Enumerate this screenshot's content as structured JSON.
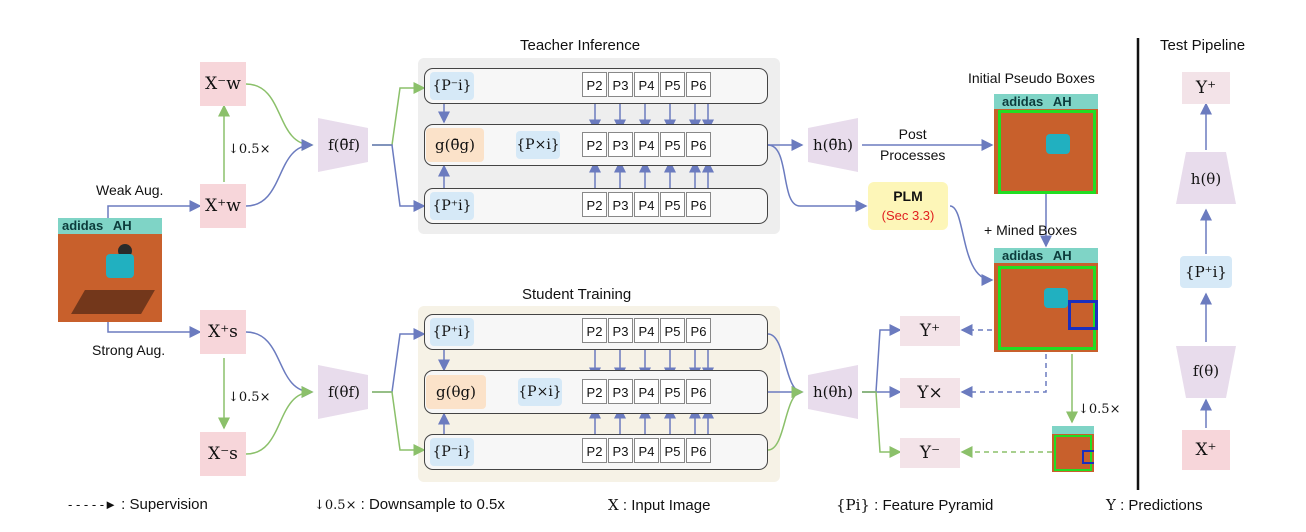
{
  "teacher_title": "Teacher Inference",
  "student_title": "Student Training",
  "test_title": "Test Pipeline",
  "weak_aug": "Weak Aug.",
  "strong_aug": "Strong Aug.",
  "down_label": "↓0.5×",
  "post_processes": [
    "Post",
    "Processes"
  ],
  "plm": {
    "title": "PLM",
    "ref": "(Sec 3.3)"
  },
  "initial_pseudo": "Initial Pseudo Boxes",
  "mined_boxes": "+ Mined Boxes",
  "image_brand": "adidas",
  "image_brand2": "AH",
  "nodes": {
    "xw_minus": "X⁻w",
    "xw_plus": "X⁺w",
    "xs_plus": "X⁺s",
    "xs_minus": "X⁻s",
    "f_teacher": "f(θ̄f)",
    "f_student": "f(θf)",
    "g_teacher": "g(θ̄g)",
    "g_student": "g(θg)",
    "h_teacher": "h(θ̄h)",
    "h_student": "h(θh)",
    "p_minus": "{P⁻i}",
    "p_plus": "{P⁺i}",
    "p_cross": "{P×i}",
    "y_plus": "Y⁺",
    "y_cross": "Y×",
    "y_minus": "Y⁻",
    "test_y": "Y⁺",
    "test_h": "h(θ)",
    "test_p": "{P⁺i}",
    "test_f": "f(θ)",
    "test_x": "X⁺"
  },
  "pyramid_levels": [
    "P2",
    "P3",
    "P4",
    "P5",
    "P6"
  ],
  "legend": [
    {
      "symbol": "- - - - -►",
      "text": ": Supervision"
    },
    {
      "symbol": "↓0.5×",
      "text": ": Downsample to 0.5x"
    },
    {
      "symbol": "X",
      "text": ": Input Image"
    },
    {
      "symbol": "{Pi}",
      "text": ": Feature Pyramid"
    },
    {
      "symbol": "Y",
      "text": ": Predictions"
    }
  ],
  "colors": {
    "pink": "#f7d6da",
    "blue": "#d6e9f7",
    "orange": "#fbe2c9",
    "lavender": "#e8dcec",
    "arrow_blue": "#6b7bbf",
    "arrow_green": "#8bc06a",
    "box_green": "#22dd22",
    "box_blue": "#1a2fbf"
  }
}
